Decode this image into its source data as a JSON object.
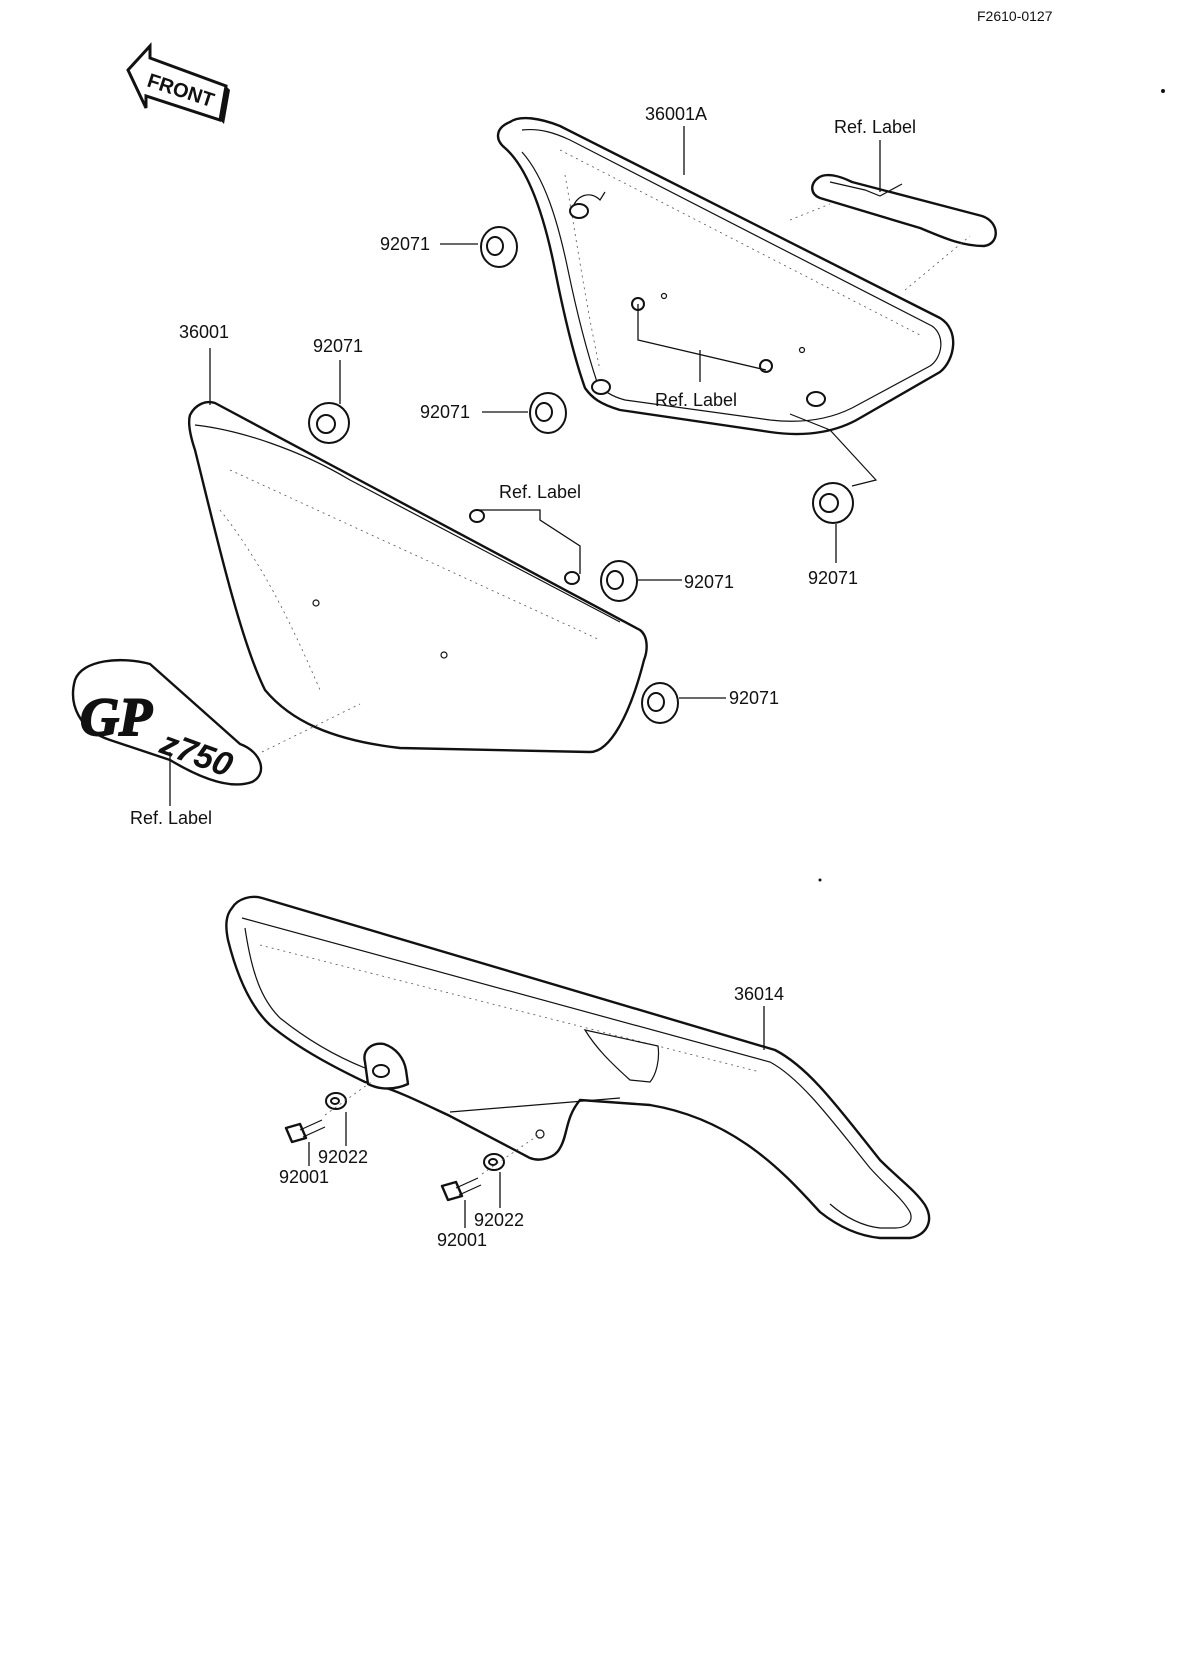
{
  "diagram_code": "F2610-0127",
  "front_arrow_text": "FRONT",
  "emblem": {
    "text_gp": "GP",
    "text_model": "z750"
  },
  "labels": {
    "cover_right": "36001A",
    "cover_left": "36001",
    "chain_cover": "36014",
    "grommet": "92071",
    "bolt": "92001",
    "washer": "92022",
    "ref_label": "Ref. Label"
  }
}
